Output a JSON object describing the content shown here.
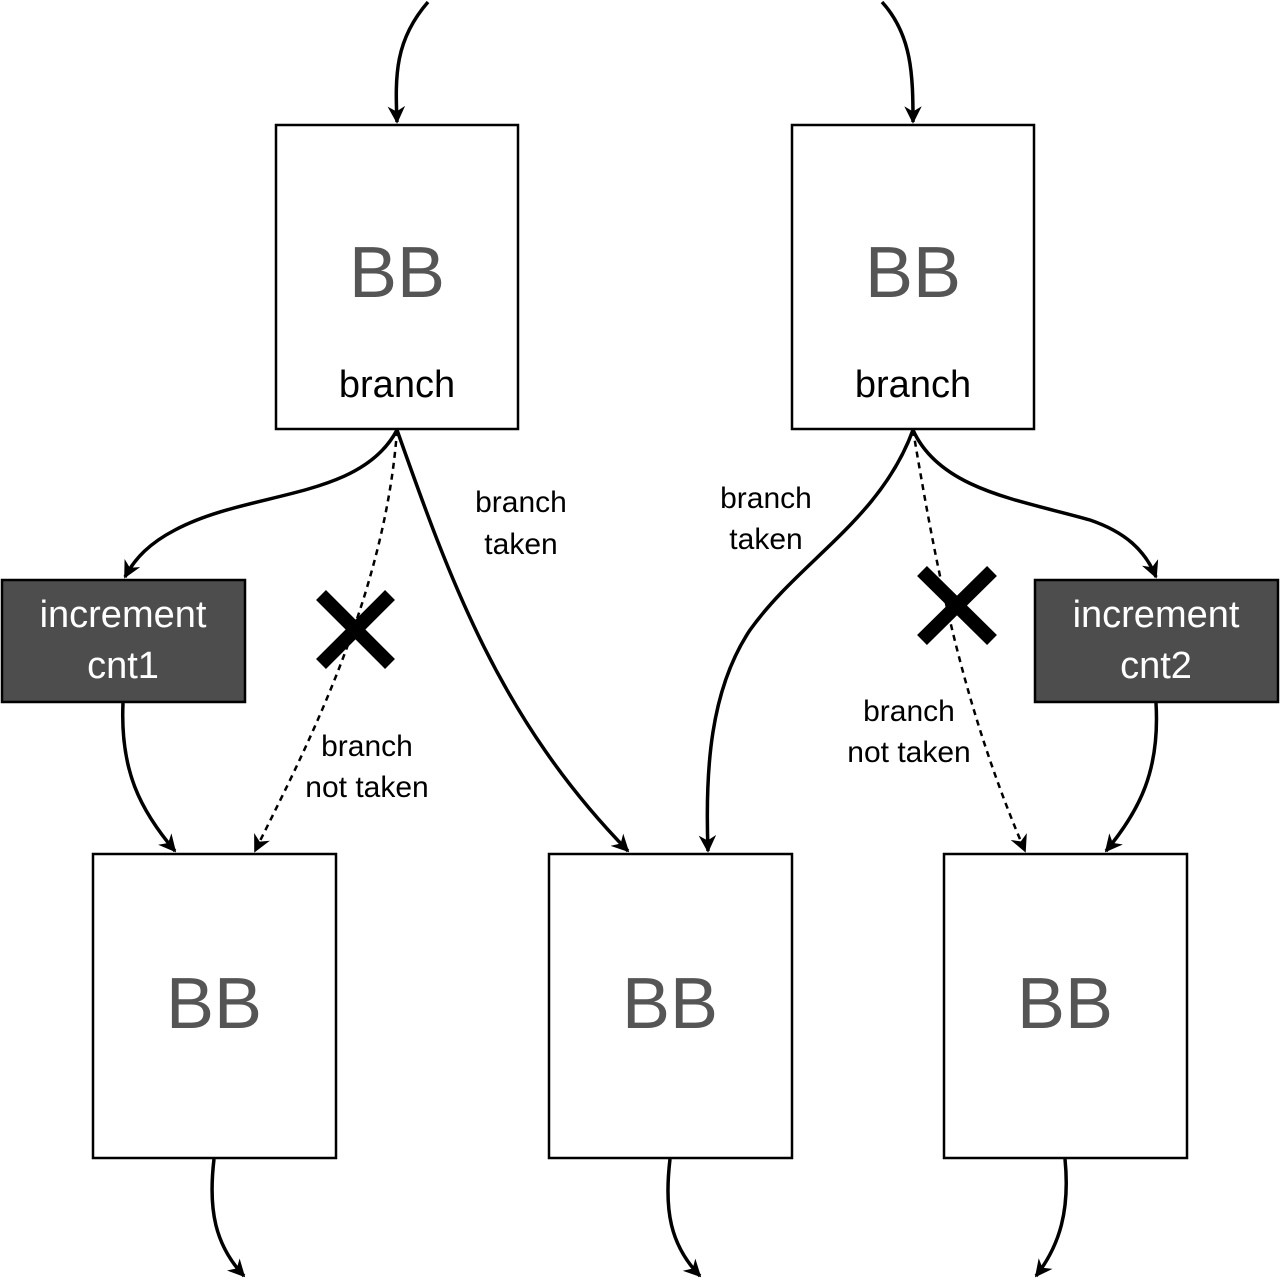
{
  "colors": {
    "box_fill": "#ffffff",
    "box_text": "#555555",
    "increment_fill": "#4d4d4d",
    "increment_text": "#ffffff",
    "line": "#000000"
  },
  "top_left_block": {
    "label": "BB",
    "sublabel": "branch"
  },
  "top_right_block": {
    "label": "BB",
    "sublabel": "branch"
  },
  "increment_left": {
    "line1": "increment",
    "line2": "cnt1"
  },
  "increment_right": {
    "line1": "increment",
    "line2": "cnt2"
  },
  "bottom_left_block": {
    "label": "BB"
  },
  "bottom_middle_block": {
    "label": "BB"
  },
  "bottom_right_block": {
    "label": "BB"
  },
  "edges": {
    "left_taken": {
      "line1": "branch",
      "line2": "taken"
    },
    "left_not_taken": {
      "line1": "branch",
      "line2": "not taken"
    },
    "right_taken": {
      "line1": "branch",
      "line2": "taken"
    },
    "right_not_taken": {
      "line1": "branch",
      "line2": "not taken"
    }
  }
}
